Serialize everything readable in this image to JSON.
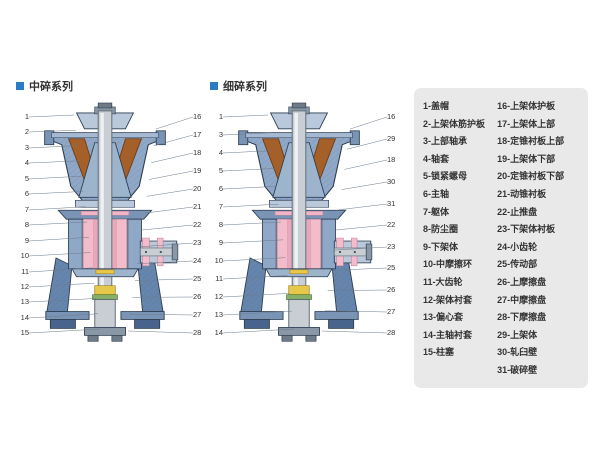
{
  "sections": [
    {
      "title": "中碎系列"
    },
    {
      "title": "细碎系列"
    }
  ],
  "legend": {
    "left_column": [
      "1-盖帽",
      "2-上架体筋护板",
      "3-上部轴承",
      "4-轴套",
      "5-锁紧螺母",
      "6-主轴",
      "7-躯体",
      "8-防尘圈",
      "9-下架体",
      "10-中摩擦环",
      "11-大齿轮",
      "12-架体衬套",
      "13-偏心套",
      "14-主轴衬套",
      "15-柱塞"
    ],
    "right_column": [
      "16-上架体护板",
      "17-上架体上部",
      "18-定锥衬板上部",
      "19-上架体下部",
      "20-定锥衬板下部",
      "21-动锥衬板",
      "22-止推盘",
      "23-下架体衬板",
      "24-小齿轮",
      "25-传动部",
      "26-上摩擦盘",
      "27-中摩擦盘",
      "28-下摩擦盘",
      "29-上架体",
      "30-轧臼壁",
      "31-破碎壁"
    ]
  },
  "diagrams": [
    {
      "name": "medium-crusher-cross-section",
      "left_callouts": [
        "1",
        "2",
        "3",
        "4",
        "5",
        "6",
        "7",
        "8",
        "9",
        "10",
        "11",
        "12",
        "13",
        "14",
        "15"
      ],
      "right_callouts": [
        "16",
        "17",
        "18",
        "19",
        "20",
        "21",
        "22",
        "23",
        "24",
        "25",
        "26",
        "27",
        "28"
      ]
    },
    {
      "name": "fine-crusher-cross-section",
      "left_callouts": [
        "1",
        "3",
        "4",
        "5",
        "6",
        "7",
        "8",
        "9",
        "10",
        "11",
        "12",
        "13",
        "14"
      ],
      "right_callouts": [
        "16",
        "29",
        "18",
        "30",
        "31",
        "22",
        "23",
        "25",
        "26",
        "27",
        "28"
      ]
    }
  ],
  "colors": {
    "accent_blue": "#2b7bc9",
    "panel_bg": "#e9e9e9",
    "casing_blue": "#8fa8c8",
    "casing_dark_blue": "#5b7aa6",
    "liner_brown": "#a55f28",
    "inner_pink": "#f2bcca",
    "shaft_gray": "#c8ced3",
    "highlight_yellow": "#e8c84a",
    "accent_green": "#86b06a",
    "outline": "#2e3e52"
  }
}
